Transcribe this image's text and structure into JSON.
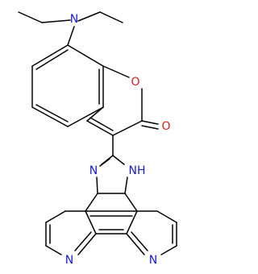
{
  "atom_labels": {
    "n_amine": "N",
    "o_ring": "O",
    "o_carbonyl": "O",
    "n_imidazole": "N",
    "nh_imidazole": "NH",
    "n_pyridine_left": "N",
    "n_pyridine_right": "N"
  },
  "colors": {
    "bond": "#000000",
    "nitrogen": "#1a1ad6",
    "oxygen": "#d42020",
    "background": "#ffffff"
  }
}
